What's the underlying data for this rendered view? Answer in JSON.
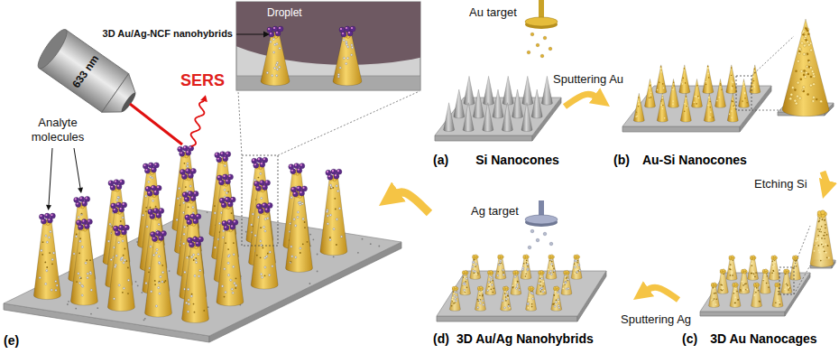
{
  "diagram": {
    "nodes": [
      {
        "text": [
          "(a)",
          "Si Nanocones"
        ]
      },
      {
        "text": [
          "(b)",
          "Au-Si Nanocones"
        ]
      },
      {
        "text": [
          "(c)",
          "3D Au Nanocages"
        ]
      },
      {
        "text": [
          "(d)",
          "3D Au/Ag Nanohybrids"
        ]
      },
      {
        "text": [
          "(e)"
        ]
      }
    ],
    "edges": [
      {
        "from": 0,
        "to": 1,
        "label": "Sputtering Au",
        "arrow": "to"
      },
      {
        "from": 1,
        "to": 2,
        "label": "Etching Si",
        "arrow": "to"
      },
      {
        "from": 2,
        "to": 3,
        "label": "Sputtering Ag",
        "arrow": "to"
      },
      {
        "from": 3,
        "to": 4,
        "arrow": "to"
      }
    ],
    "labels": [
      "3D Au/Ag-NCF nanohybrids",
      "Droplet",
      "633 nm",
      "SERS",
      "Analyte molecules",
      "Au target",
      "Ag target"
    ]
  }
}
